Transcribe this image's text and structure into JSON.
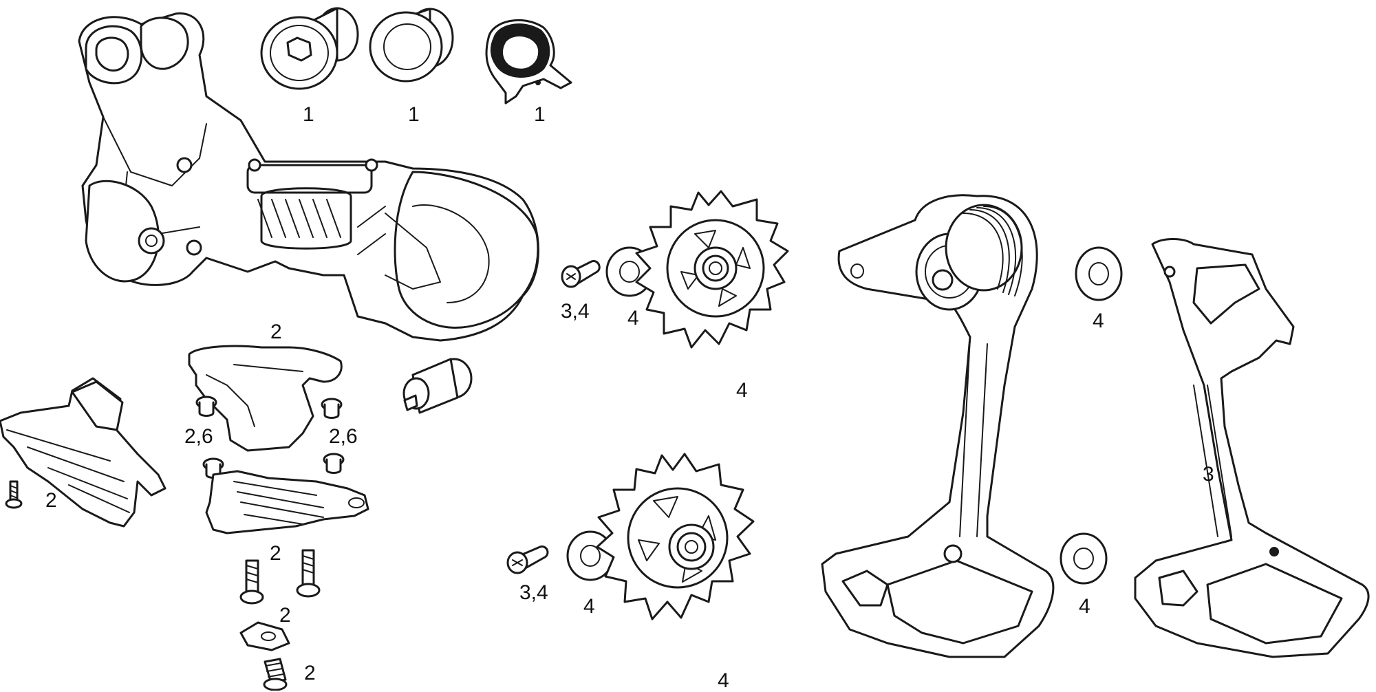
{
  "callouts": {
    "bolt_top": "1",
    "bushing_top": "1",
    "washer_top": "1",
    "cage_cover_top": "2",
    "left_cover": "2",
    "left_bolt": "2",
    "left_bushing": "2,6",
    "right_bushing": "2,6",
    "lower_cover": "2",
    "small_bolts": "2",
    "clip": "2",
    "bottom_bolt": "2",
    "upper_pulley_bolt": "3,4",
    "upper_pulley_washer": "4",
    "upper_pulley": "4",
    "right_washer_upper": "4",
    "outer_cage": "3",
    "lower_pulley_bolt": "3,4",
    "lower_pulley_washer": "4",
    "lower_pulley": "4",
    "right_washer_lower": "4"
  },
  "colors": {
    "line": "#1a1a1a",
    "background": "#ffffff"
  }
}
